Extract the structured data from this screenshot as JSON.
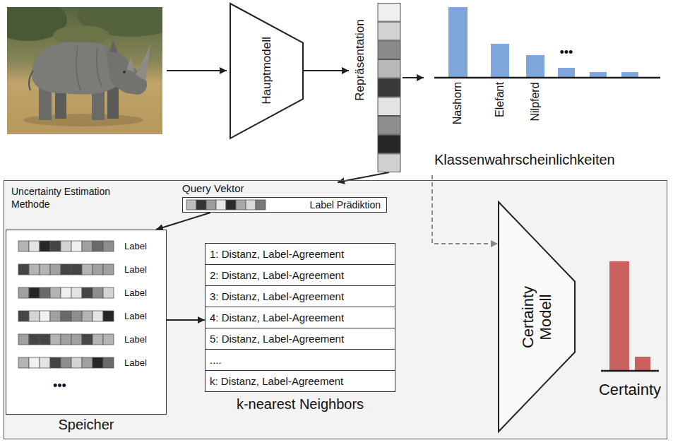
{
  "diagram": {
    "nodes": [
      {
        "text": [
          "Hauptmodell"
        ]
      },
      {
        "text": [
          "Repräsentation"
        ]
      },
      {
        "text": [
          "Nashorn",
          "Elefant",
          "Nilpferd",
          "•••",
          "Klassenwahrscheinlichkeiten"
        ]
      },
      {
        "text": [
          "Uncertainty Estimation Methode"
        ]
      },
      {
        "text": [
          "Query Vektor",
          "Label Prädiktion"
        ],
        "in": 3
      },
      {
        "text": [
          "Label",
          "Label",
          "Label",
          "Label",
          "Label",
          "Label",
          "•••",
          "Speicher"
        ],
        "in": 3
      },
      {
        "text": [
          "1: Distanz, Label-Agreement",
          "2: Distanz, Label-Agreement",
          "3: Distanz, Label-Agreement",
          "4: Distanz, Label-Agreement",
          "5: Distanz, Label-Agreement",
          "....",
          "k: Distanz, Label-Agreement",
          "k-nearest Neighbors"
        ],
        "in": 3
      },
      {
        "text": [
          "Certainty Modell"
        ],
        "in": 3
      },
      {
        "text": [
          "Certainty"
        ],
        "in": 3
      }
    ],
    "edges": [
      {
        "from": 0,
        "to": 1,
        "arrow": "to"
      },
      {
        "from": 1,
        "to": 2,
        "arrow": "to"
      },
      {
        "from": 1,
        "to": 4,
        "arrow": "to"
      },
      {
        "from": 4,
        "to": 5,
        "arrow": "to"
      },
      {
        "from": 5,
        "to": 6,
        "arrow": "to"
      },
      {
        "from": 2,
        "to": 7,
        "arrow": "to"
      }
    ]
  }
}
